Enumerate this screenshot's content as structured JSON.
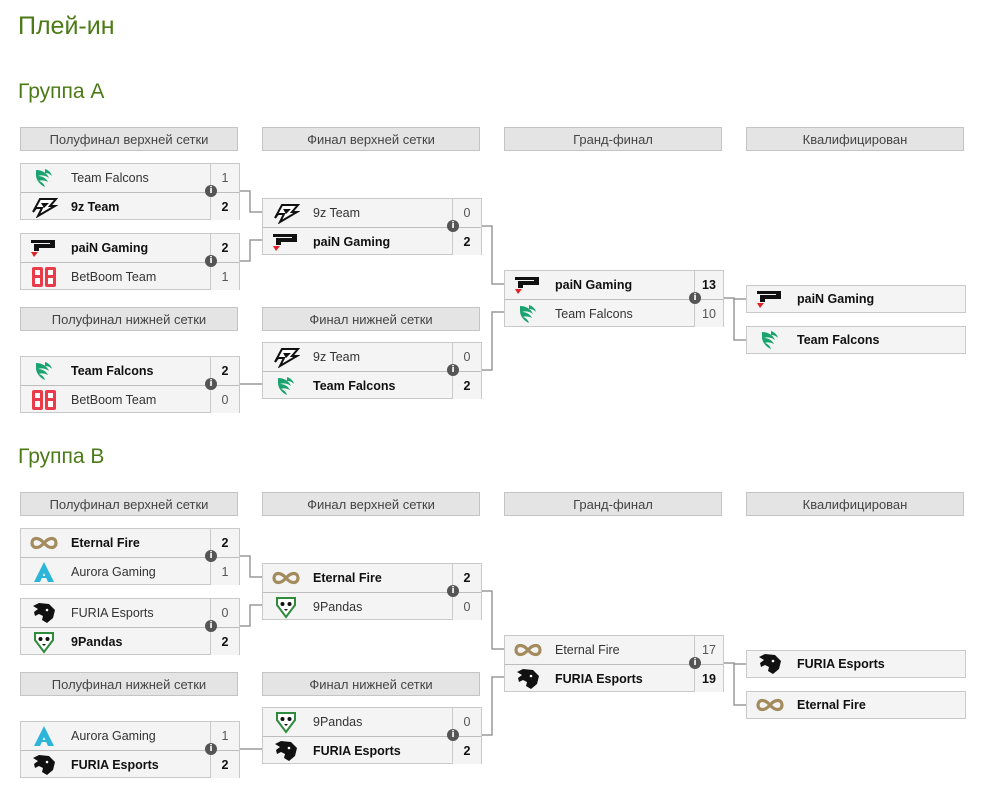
{
  "page_title": "Плей-ин",
  "groups": [
    {
      "title": "Группа A",
      "headers": [
        "Полуфинал верхней сетки",
        "Финал верхней сетки",
        "Гранд-финал",
        "Квалифицирован",
        "Полуфинал нижней сетки",
        "Финал нижней сетки"
      ],
      "ub_semi_1": {
        "t1": {
          "name": "Team Falcons",
          "score": "1",
          "logo": "falcons-icon"
        },
        "t2": {
          "name": "9z Team",
          "score": "2",
          "logo": "9z-icon"
        }
      },
      "ub_semi_2": {
        "t1": {
          "name": "paiN Gaming",
          "score": "2",
          "logo": "pain-icon"
        },
        "t2": {
          "name": "BetBoom Team",
          "score": "1",
          "logo": "betboom-icon"
        }
      },
      "ub_final": {
        "t1": {
          "name": "9z Team",
          "score": "0",
          "logo": "9z-icon"
        },
        "t2": {
          "name": "paiN Gaming",
          "score": "2",
          "logo": "pain-icon"
        }
      },
      "grand_final": {
        "t1": {
          "name": "paiN Gaming",
          "score": "13",
          "logo": "pain-icon"
        },
        "t2": {
          "name": "Team Falcons",
          "score": "10",
          "logo": "falcons-icon"
        }
      },
      "lb_semi": {
        "t1": {
          "name": "Team Falcons",
          "score": "2",
          "logo": "falcons-icon"
        },
        "t2": {
          "name": "BetBoom Team",
          "score": "0",
          "logo": "betboom-icon"
        }
      },
      "lb_final": {
        "t1": {
          "name": "9z Team",
          "score": "0",
          "logo": "9z-icon"
        },
        "t2": {
          "name": "Team Falcons",
          "score": "2",
          "logo": "falcons-icon"
        }
      },
      "qualified": [
        {
          "name": "paiN Gaming",
          "logo": "pain-icon"
        },
        {
          "name": "Team Falcons",
          "logo": "falcons-icon"
        }
      ]
    },
    {
      "title": "Группа B",
      "headers": [
        "Полуфинал верхней сетки",
        "Финал верхней сетки",
        "Гранд-финал",
        "Квалифицирован",
        "Полуфинал нижней сетки",
        "Финал нижней сетки"
      ],
      "ub_semi_1": {
        "t1": {
          "name": "Eternal Fire",
          "score": "2",
          "logo": "eternal-fire-icon"
        },
        "t2": {
          "name": "Aurora Gaming",
          "score": "1",
          "logo": "aurora-icon"
        }
      },
      "ub_semi_2": {
        "t1": {
          "name": "FURIA Esports",
          "score": "0",
          "logo": "furia-icon"
        },
        "t2": {
          "name": "9Pandas",
          "score": "2",
          "logo": "9pandas-icon"
        }
      },
      "ub_final": {
        "t1": {
          "name": "Eternal Fire",
          "score": "2",
          "logo": "eternal-fire-icon"
        },
        "t2": {
          "name": "9Pandas",
          "score": "0",
          "logo": "9pandas-icon"
        }
      },
      "grand_final": {
        "t1": {
          "name": "Eternal Fire",
          "score": "17",
          "logo": "eternal-fire-icon"
        },
        "t2": {
          "name": "FURIA Esports",
          "score": "19",
          "logo": "furia-icon"
        }
      },
      "lb_semi": {
        "t1": {
          "name": "Aurora Gaming",
          "score": "1",
          "logo": "aurora-icon"
        },
        "t2": {
          "name": "FURIA Esports",
          "score": "2",
          "logo": "furia-icon"
        }
      },
      "lb_final": {
        "t1": {
          "name": "9Pandas",
          "score": "0",
          "logo": "9pandas-icon"
        },
        "t2": {
          "name": "FURIA Esports",
          "score": "2",
          "logo": "furia-icon"
        }
      },
      "qualified": [
        {
          "name": "FURIA Esports",
          "logo": "furia-icon"
        },
        {
          "name": "Eternal Fire",
          "logo": "eternal-fire-icon"
        }
      ]
    }
  ],
  "info_glyph": "i"
}
